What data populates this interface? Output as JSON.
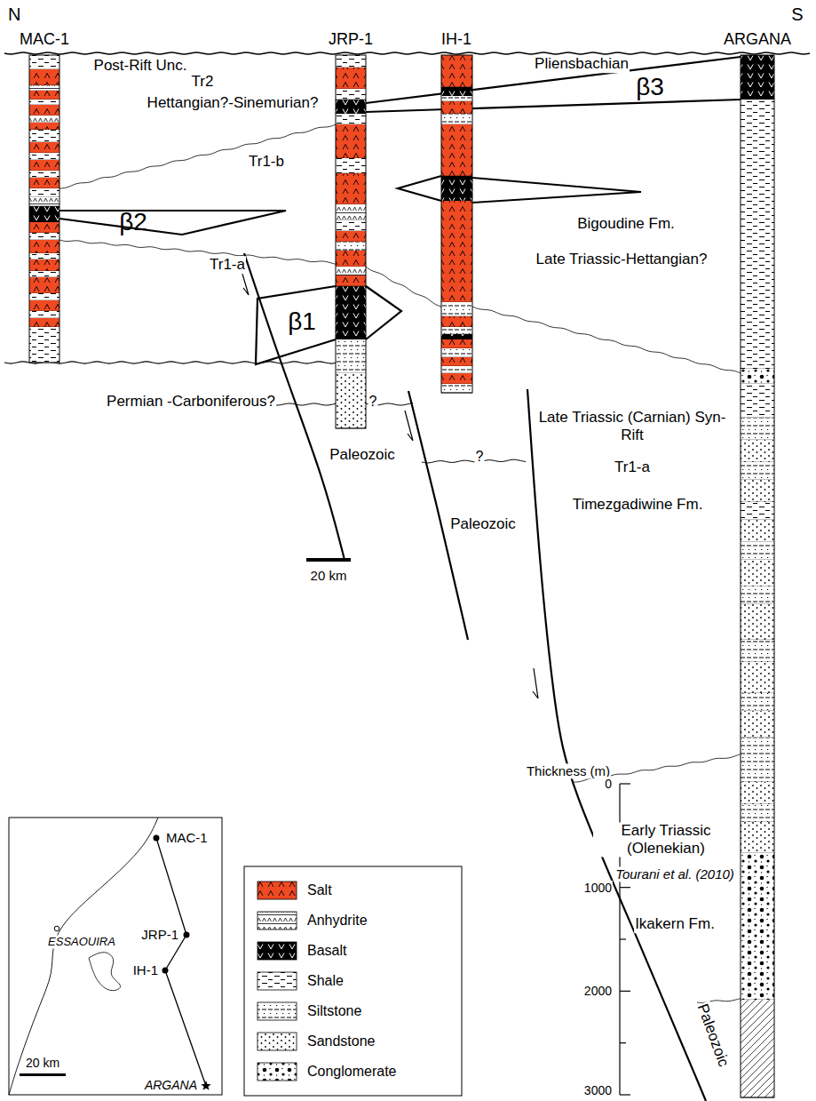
{
  "diagram": {
    "labels": [
      "N",
      "MAC-1",
      "JRP-1",
      "IH-1",
      "ARGANA",
      "S",
      "Post-Rift Unc.",
      "Pliensbachian",
      "Tr2",
      "Hettangian?-Sinemurian?",
      "β3",
      "Tr1-b",
      "β2",
      "Bigoudine Fm.",
      "Late Triassic-Hettangian?",
      "Tr1-a",
      "β1",
      "Permian -Carboniferous?",
      "?",
      "?",
      "Late Triassic (Carnian) Syn-Rift",
      "Tr1-a",
      "Paleozoic",
      "Paleozoic",
      "Timezgadiwine Fm.",
      "20 km",
      "Thickness (m)",
      "0",
      "1000",
      "2000",
      "3000",
      "Early Triassic (Olenekian)",
      "Tourani et al. (2010)",
      "Ikakern Fm.",
      "Paleozoic",
      "MAC-1",
      "ESSAOUIRA",
      "JRP-1",
      "IH-1",
      "20 km",
      "ARGANA"
    ],
    "legend": [
      {
        "text": "Salt",
        "color": "#f04a23"
      },
      {
        "text": "Anhydrite"
      },
      {
        "text": "Basalt",
        "color": "#000000"
      },
      {
        "text": "Shale"
      },
      {
        "text": "Siltstone"
      },
      {
        "text": "Sandstone"
      },
      {
        "text": "Conglomerate"
      }
    ]
  }
}
